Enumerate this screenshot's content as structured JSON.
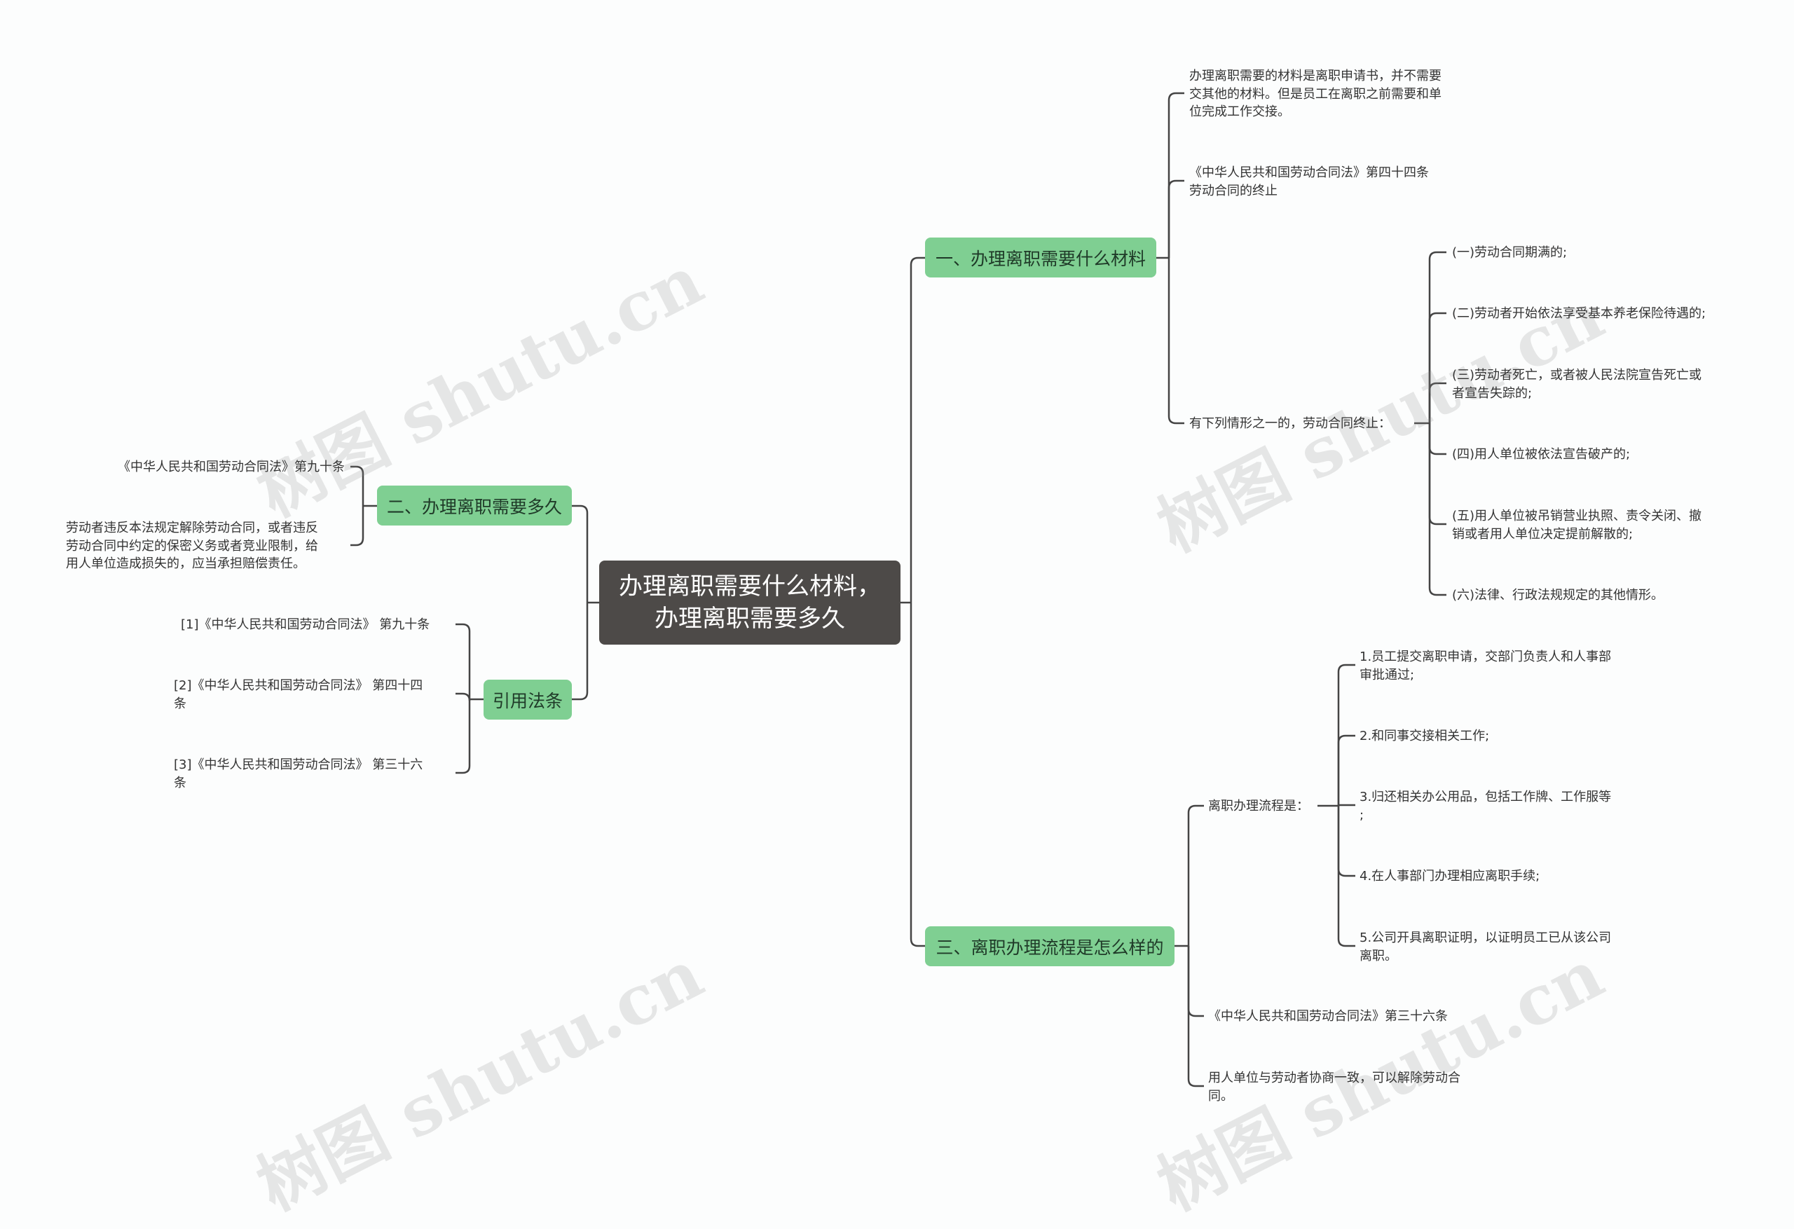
{
  "root": {
    "label": "办理离职需要什么材料，\n办理离职需要多久"
  },
  "topics": {
    "t1": "一、办理离职需要什么材料",
    "t2": "二、办理离职需要多久",
    "t3": "三、离职办理流程是怎么样的",
    "t4": "引用法条"
  },
  "t1_children": {
    "c1": "办理离职需要的材料是离职申请书，并不需要\n交其他的材料。但是员工在离职之前需要和单\n位完成工作交接。",
    "c2": "《中华人民共和国劳动合同法》第四十四条\n劳动合同的终止",
    "c3": "有下列情形之一的，劳动合同终止：",
    "c3_items": [
      "(一)劳动合同期满的;",
      "(二)劳动者开始依法享受基本养老保险待遇的;",
      "(三)劳动者死亡，或者被人民法院宣告死亡或\n者宣告失踪的;",
      "(四)用人单位被依法宣告破产的;",
      "(五)用人单位被吊销营业执照、责令关闭、撤\n销或者用人单位决定提前解散的;",
      "(六)法律、行政法规规定的其他情形。"
    ]
  },
  "t2_children": {
    "c1": "《中华人民共和国劳动合同法》第九十条",
    "c2": "劳动者违反本法规定解除劳动合同，或者违反\n劳动合同中约定的保密义务或者竞业限制，给\n用人单位造成损失的，应当承担赔偿责任。"
  },
  "t3_children": {
    "c1": "离职办理流程是：",
    "c1_items": [
      "1.员工提交离职申请，交部门负责人和人事部\n审批通过;",
      "2.和同事交接相关工作;",
      "3.归还相关办公用品，包括工作牌、工作服等\n;",
      "4.在人事部门办理相应离职手续;",
      "5.公司开具离职证明，以证明员工已从该公司\n离职。"
    ],
    "c2": "《中华人民共和国劳动合同法》第三十六条",
    "c3": "用人单位与劳动者协商一致，可以解除劳动合\n同。"
  },
  "t4_children": [
    "[1]《中华人民共和国劳动合同法》 第九十条",
    "[2]《中华人民共和国劳动合同法》 第四十四\n条",
    "[3]《中华人民共和国劳动合同法》 第三十六\n条"
  ],
  "watermark": "树图 shutu.cn",
  "colors": {
    "root": "#4d4a48",
    "topic": "#7fcf92",
    "line": "#444444"
  }
}
